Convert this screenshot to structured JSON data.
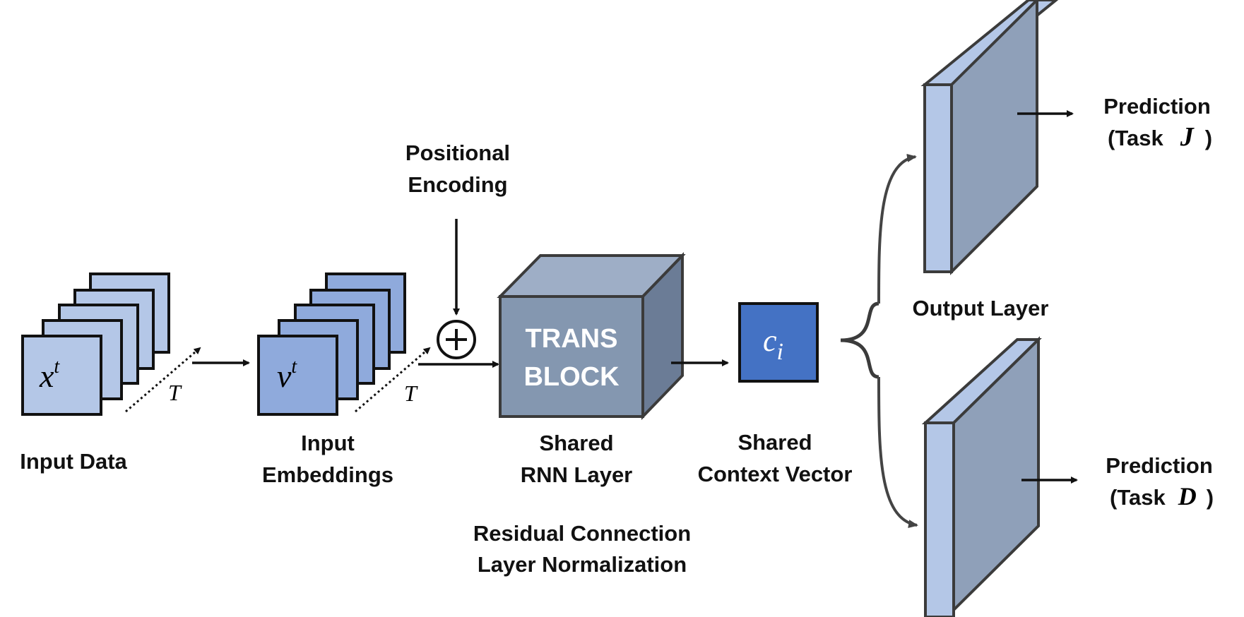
{
  "labels": {
    "input_data": "Input Data",
    "input_embeddings_l1": "Input",
    "input_embeddings_l2": "Embeddings",
    "positional_l1": "Positional",
    "positional_l2": "Encoding",
    "trans_l1": "TRANS",
    "trans_l2": "BLOCK",
    "shared_rnn_l1": "Shared",
    "shared_rnn_l2": "RNN Layer",
    "residual_l1": "Residual Connection",
    "residual_l2": "Layer Normalization",
    "context_l1": "Shared",
    "context_l2": "Context Vector",
    "output_layer": "Output Layer",
    "pred_top_l1": "Prediction",
    "pred_top_open": "(Task",
    "pred_top_task": "J",
    "pred_top_close": ")",
    "pred_bot_l1": "Prediction",
    "pred_bot_open": "(Task",
    "pred_bot_task": "D",
    "pred_bot_close": ")"
  },
  "math": {
    "x_base": "x",
    "x_sup": "t",
    "v_base": "v",
    "v_sup": "t",
    "c_base": "c",
    "c_sub": "i",
    "t_symbol_1": "T",
    "t_symbol_2": "T",
    "plus": "+"
  },
  "colors": {
    "input_fill": "#b4c7e7",
    "embed_fill": "#8faadc",
    "cube_front": "#8497b0",
    "cube_top": "#9eaec6",
    "cube_side": "#6b7c96",
    "context_fill": "#4472c4",
    "output_face": "#8fa0b9",
    "output_side": "#b4c7e7",
    "stroke": "#3b3b3b"
  }
}
